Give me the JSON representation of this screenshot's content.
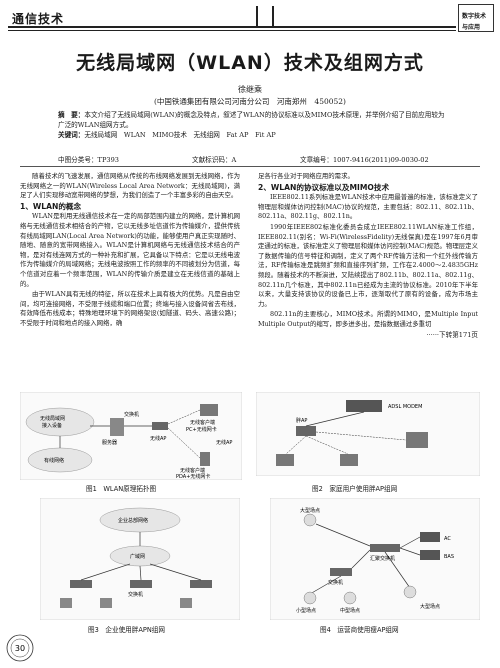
{
  "header": {
    "section": "通信技术",
    "logo_line1": "数字技术",
    "logo_line2": "与应用"
  },
  "title": "无线局域网（WLAN）技术及组网方式",
  "author": "徐继乘",
  "affiliation": "(中国铁通集团有限公司河南分公司　河南郑州　450052)",
  "abstract_label": "摘　要：",
  "abstract_text": "本文介绍了无线局域网(WLAN)的概念及特点，叙述了WLAN的协议标准以及MIMO技术原理，并举例介绍了目前应用较为广泛的WLAN组网方式。",
  "keywords_label": "关键词：",
  "keywords_text": "无线局域网　WLAN　MIMO技术　无线组网　Fat AP　Fit AP",
  "classification": "中图分类号：TP393",
  "doc_code": "文献标识码：A",
  "article_no": "文章编号：1007-9416(2011)09-0030-02",
  "left_col": {
    "intro": "随着技术的飞速发展，通信网络从传统的布线网络发展到无线网络，作为无线网络之一的WLAN(Wireless Local Area Network：无线局域网)，满足了人们实现移动宽带网络的梦想，为我们创造了一个丰富多彩的自由天空。",
    "sec1": "1、WLAN的概念",
    "p1": "WLAN是利用无线通信技术在一定的局部范围内建立的网络，是计算机网络与无线通信技术相结合的产物，它以无线多址信道作为传输媒介，提供传统有线局域网LAN(Local Area Network)的功能，能够使用户真正实现随时、随地、随意的宽带网络接入。WLAN是计算机网络与无线通信技术结合的产物，是对有线连网方式的一种补充和扩展，它具备以下特点：它是以无线电波作为传输媒介的局域网络；无线电波按照工作的频率的不同被划分为信道，每个信道对应着一个频率范围，WLAN的传输介质是建立在无线信道的基础上的。",
    "p2": "由于WLAN具有无线的特征，所以在技术上具有极大的优势。凡是自由空间，均可连接网络，不受限于线缆和端口位置；终端与接入设备间省去布线，有效降低布线成本；特殊地理环境下的网络架设(如隧道、码头、高速公路)；不受限于时间和地点的接入网络，确"
  },
  "right_col": {
    "cont": "足各行各业对于网络应用的需求。",
    "sec2": "2、WLAN的协议标准以及MIMO技术",
    "p1": "IEEE802.11系列标准是WLAN技术中应用最普遍的标准，该标准定义了物理层和媒体访问控制(MAC)协议的规范，主要包括：802.11、802.11b、802.11a、802.11g、802.11n。",
    "p2": "1990年IEEE802标准化委员会成立IEEE802.11WLAN标准工作组，IEEE802.11(别名：Wi-Fi(WirelessFidelity)无线保真)是在1997年6月审定通过的标准，该标准定义了物理层和媒体访问控制(MAC)规范。物理层定义了数据传输的信号特征和调制，定义了两个RF传输方法和一个红外线传输方法，RF传输标准是跳频扩频和直接序列扩频，工作在2.4000～2.4835GHz频段。随着技术的不断演进，又陆续提出了802.11b、802.11a、802.11g、802.11n几个标准，其中802.11n已经成为主流的协议标准。2010年下半年以来，大量支持该协议的设备已上市，逐渐取代了原有的设备，成为市场主力。",
    "p3": "802.11n的主要核心，MIMO技术。所谓的MIMO，是Multiple Input Multiple Output的缩写，即多进多出，是指数据通过多重切",
    "more": "······下转第171页"
  },
  "figures": {
    "f1": {
      "caption": "图1　WLAN原理拓扑图",
      "labels": {
        "server": "服务器",
        "switch": "交换机",
        "ap": "无线AP",
        "client1": "无线客户端",
        "client1b": "PC+无线网卡",
        "node": "无线局域网",
        "nodeb": "接入设备",
        "wired": "有线网络",
        "client2": "无线客户端",
        "client2b": "PDA+无线网卡",
        "ap2": "无线AP"
      }
    },
    "f2": {
      "caption": "图2　家庭用户使用胖AP组网",
      "labels": {
        "modem": "ADSL MODEM",
        "fat": "胖AP"
      }
    },
    "f3": {
      "caption": "图3　企业使用胖APN组网",
      "labels": {
        "wan": "广域网",
        "center": "企业总部网络",
        "switch": "交换机"
      }
    },
    "f4": {
      "caption": "图4　运营商使用瘦AP组网",
      "labels": {
        "ac": "AC",
        "bas": "BAS",
        "sw1": "交换机",
        "sw2": "汇聚交换机",
        "hot1": "大型场点",
        "hot2": "中型场点",
        "hot3": "大型场点",
        "hot4": "小型场点"
      }
    }
  },
  "page_number": "30"
}
